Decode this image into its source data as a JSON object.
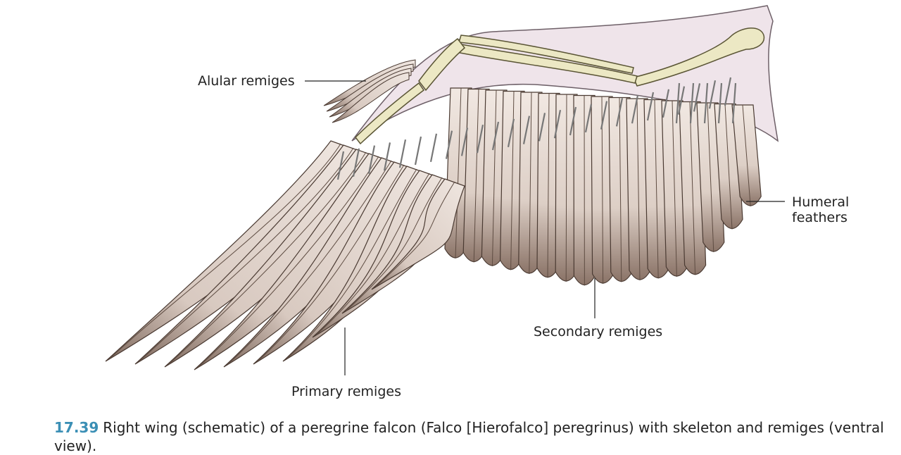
{
  "labels": {
    "alular": "Alular remiges",
    "humeral_line1": "Humeral",
    "humeral_line2": "feathers",
    "secondary": "Secondary remiges",
    "primary": "Primary remiges"
  },
  "caption": {
    "number": "17.39",
    "text": "Right wing (schematic) of a peregrine falcon (Falco [Hierofalco] peregrinus) with skeleton and remiges (ventral view)."
  },
  "colors": {
    "feather_fill": "#e9ddd5",
    "feather_tip": "#8b7468",
    "feather_outline": "#4a3a32",
    "skin": "#efe4ea",
    "bone": "#ece8c4",
    "caption_number": "#3b8fb5"
  }
}
